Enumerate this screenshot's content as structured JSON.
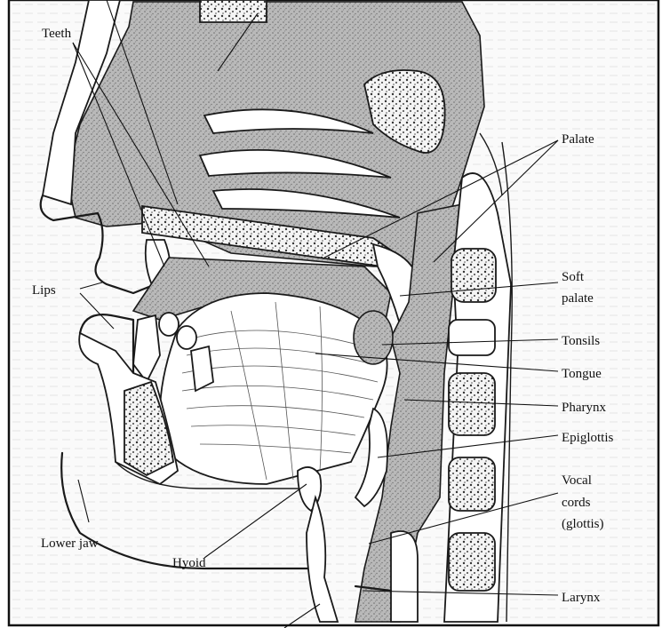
{
  "labels": {
    "teeth": "Teeth",
    "palate": "Palate",
    "lips": "Lips",
    "soft_palate_line1": "Soft",
    "soft_palate_line2": "palate",
    "tonsils": "Tonsils",
    "tongue": "Tongue",
    "pharynx": "Pharynx",
    "epiglottis": "Epiglottis",
    "vocal_line1": "Vocal",
    "vocal_line2": "cords",
    "vocal_line3": "(glottis)",
    "lower_jaw": "Lower jaw",
    "hyoid": "Hyoid",
    "larynx": "Larynx"
  }
}
